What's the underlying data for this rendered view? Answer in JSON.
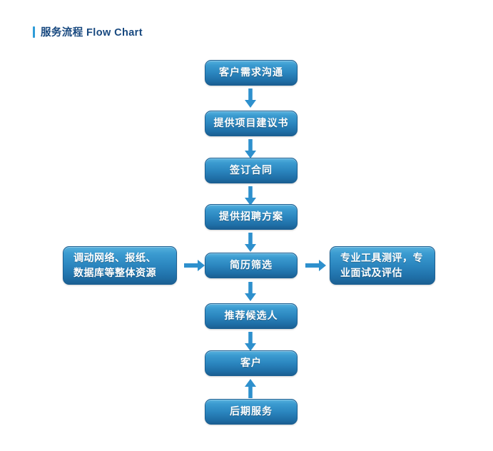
{
  "page": {
    "background": "#ffffff",
    "accent_blue": "#2e9cd8",
    "title_color": "#17487f",
    "node_gradient_top": "#56b0dd",
    "node_gradient_bottom": "#1b5f92",
    "node_border": "#1b5f92",
    "arrow_color": "#2e90cd",
    "node_text_color": "#ffffff"
  },
  "header": {
    "bar_glyph": "|",
    "title": "服务流程 Flow Chart"
  },
  "chart_data": {
    "type": "diagram",
    "title": "服务流程 Flow Chart",
    "orientation": "vertical",
    "nodes": [
      {
        "id": "n1",
        "label": "客户需求沟通",
        "column": "main",
        "order": 1
      },
      {
        "id": "n2",
        "label": "提供项目建议书",
        "column": "main",
        "order": 2
      },
      {
        "id": "n3",
        "label": "签订合同",
        "column": "main",
        "order": 3
      },
      {
        "id": "n4",
        "label": "提供招聘方案",
        "column": "main",
        "order": 4
      },
      {
        "id": "n5",
        "label": "简历筛选",
        "column": "main",
        "order": 5
      },
      {
        "id": "n6",
        "label": "推荐候选人",
        "column": "main",
        "order": 6
      },
      {
        "id": "n7",
        "label": "客户",
        "column": "main",
        "order": 7
      },
      {
        "id": "n8",
        "label": "后期服务",
        "column": "main",
        "order": 8
      },
      {
        "id": "nL",
        "label": "调动网络、报纸、数据库等整体资源",
        "column": "left",
        "order": 1
      },
      {
        "id": "nR",
        "label": "专业工具测评，专业面试及评估",
        "column": "right",
        "order": 1
      }
    ],
    "edges": [
      {
        "from": "n1",
        "to": "n2",
        "direction": "down"
      },
      {
        "from": "n2",
        "to": "n3",
        "direction": "down"
      },
      {
        "from": "n3",
        "to": "n4",
        "direction": "down"
      },
      {
        "from": "n4",
        "to": "n5",
        "direction": "down"
      },
      {
        "from": "nL",
        "to": "n5",
        "direction": "right"
      },
      {
        "from": "n5",
        "to": "nR",
        "direction": "right"
      },
      {
        "from": "n5",
        "to": "n6",
        "direction": "down"
      },
      {
        "from": "n6",
        "to": "n7",
        "direction": "down"
      },
      {
        "from": "n8",
        "to": "n7",
        "direction": "up"
      }
    ]
  }
}
